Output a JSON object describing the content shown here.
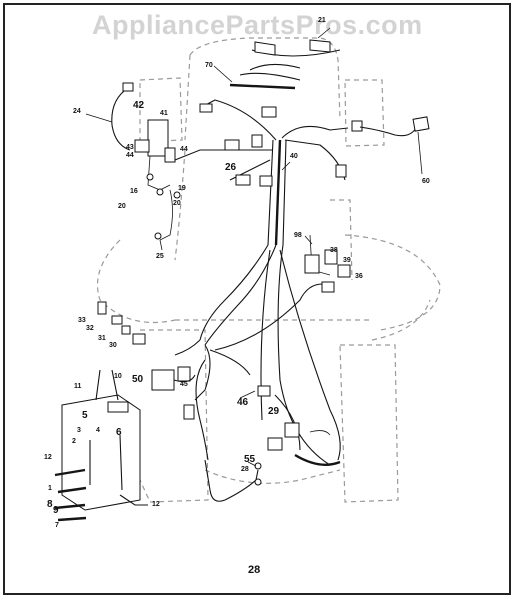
{
  "watermark": "AppliancePartsPros.com",
  "page_number": "28",
  "callouts": [
    {
      "id": "c21",
      "text": "21"
    },
    {
      "id": "c70",
      "text": "70"
    },
    {
      "id": "c24",
      "text": "24"
    },
    {
      "id": "c42",
      "text": "42"
    },
    {
      "id": "c41",
      "text": "41"
    },
    {
      "id": "c43",
      "text": "43"
    },
    {
      "id": "c44a",
      "text": "44"
    },
    {
      "id": "c44b",
      "text": "44"
    },
    {
      "id": "c16",
      "text": "16"
    },
    {
      "id": "c19",
      "text": "19"
    },
    {
      "id": "c20a",
      "text": "20"
    },
    {
      "id": "c20b",
      "text": "20"
    },
    {
      "id": "c26",
      "text": "26"
    },
    {
      "id": "c40",
      "text": "40"
    },
    {
      "id": "c60",
      "text": "60"
    },
    {
      "id": "c25",
      "text": "25"
    },
    {
      "id": "c98",
      "text": "98"
    },
    {
      "id": "c38",
      "text": "38"
    },
    {
      "id": "c39",
      "text": "39"
    },
    {
      "id": "c36",
      "text": "36"
    },
    {
      "id": "c33",
      "text": "33"
    },
    {
      "id": "c32",
      "text": "32"
    },
    {
      "id": "c31",
      "text": "31"
    },
    {
      "id": "c30",
      "text": "30"
    },
    {
      "id": "c10",
      "text": "10"
    },
    {
      "id": "c11",
      "text": "11"
    },
    {
      "id": "c50",
      "text": "50"
    },
    {
      "id": "c45",
      "text": "45"
    },
    {
      "id": "c46",
      "text": "46"
    },
    {
      "id": "c29",
      "text": "29"
    },
    {
      "id": "c5",
      "text": "5"
    },
    {
      "id": "c3",
      "text": "3"
    },
    {
      "id": "c4",
      "text": "4"
    },
    {
      "id": "c6",
      "text": "6"
    },
    {
      "id": "c2",
      "text": "2"
    },
    {
      "id": "c12a",
      "text": "12"
    },
    {
      "id": "c1",
      "text": "1"
    },
    {
      "id": "c8",
      "text": "8"
    },
    {
      "id": "c9",
      "text": "9"
    },
    {
      "id": "c7",
      "text": "7"
    },
    {
      "id": "c12b",
      "text": "12"
    },
    {
      "id": "c55",
      "text": "55"
    },
    {
      "id": "c28",
      "text": "28"
    }
  ]
}
